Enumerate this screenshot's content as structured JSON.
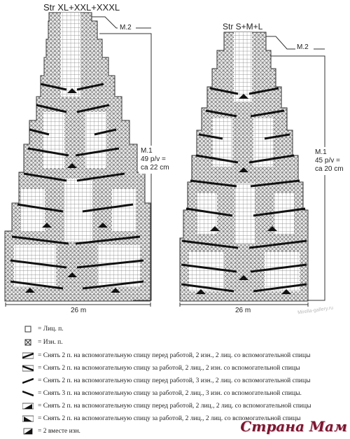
{
  "charts": [
    {
      "title": "Str XL+XXL+XXXL",
      "section_top": "M.2",
      "section_main": [
        "M.1",
        "49 p/v =",
        "ca 22 cm"
      ],
      "width_label": "26 m"
    },
    {
      "title": "Str S+M+L",
      "section_top": "M.2",
      "section_main": [
        "M.1",
        "45 p/v =",
        "ca 20 cm"
      ],
      "width_label": "26 m"
    }
  ],
  "legend": [
    {
      "symbol": "knit-square",
      "text": "= Лиц. п."
    },
    {
      "symbol": "purl-cross-square",
      "text": "= Изн. п."
    },
    {
      "symbol": "cable-2-2-front",
      "text": "= Снять 2 п. на вспомогательную спицу перед работой, 2 изн., 2 лиц. со вспомогательной спицы"
    },
    {
      "symbol": "cable-2-2-back",
      "text": "= Снять 2 п. на вспомогательную спицу за работой, 2 лиц., 2 изн. со вспомогательной спицы"
    },
    {
      "symbol": "cable-3-3-front",
      "text": "= Снять 2 п. на вспомогательную спицу перед работой, 3 изн., 2 лиц. со вспомогательной спицы"
    },
    {
      "symbol": "cable-3-3-back",
      "text": "= Снять 3 п. на вспомогательную спицу за работой, 2 лиц., 3 изн. со вспомогательной спицы."
    },
    {
      "symbol": "cable-2-2-front-dark",
      "text": "= Снять 2 п. на вспомогательную спицу перед работой, 2 лиц., 2 лиц. со вспомогательной спицы"
    },
    {
      "symbol": "cable-2-2-back-dark",
      "text": "= Снять 2 п. на вспомогательную спицу за работой, 2 лиц., 2 лиц. со вспомогательной спицы"
    },
    {
      "symbol": "k2tog-purl",
      "text": "= 2 вместе изн."
    }
  ],
  "site_text": "Mirella-gallery.ru",
  "watermark": "Страна Мам"
}
